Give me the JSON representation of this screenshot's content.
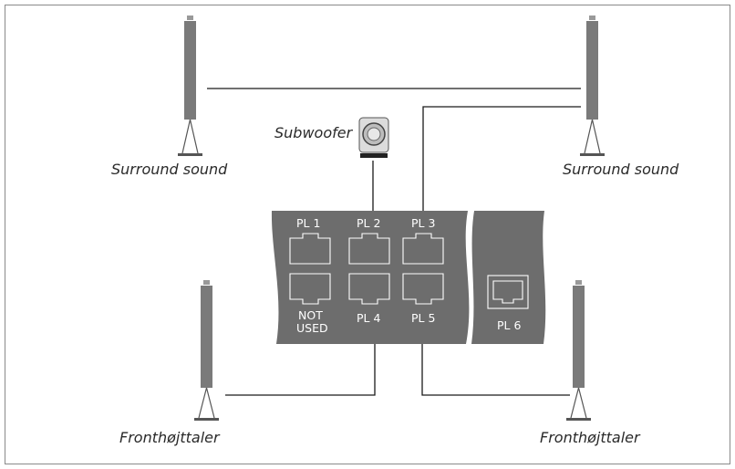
{
  "labels": {
    "surround_left": "Surround sound",
    "surround_right": "Surround sound",
    "subwoofer": "Subwoofer",
    "front_left": "Fronthøjttaler",
    "front_right": "Fronthøjttaler"
  },
  "ports": {
    "pl1": "PL 1",
    "pl2": "PL 2",
    "pl3": "PL 3",
    "pl4": "PL 4",
    "pl5": "PL 5",
    "pl6": "PL 6",
    "not_used_line1": "NOT",
    "not_used_line2": "USED"
  },
  "colors": {
    "speaker": "#7a7a7a",
    "panel": "#6d6d6d",
    "line": "#1a1a1a",
    "frame": "#8a8a8a"
  }
}
